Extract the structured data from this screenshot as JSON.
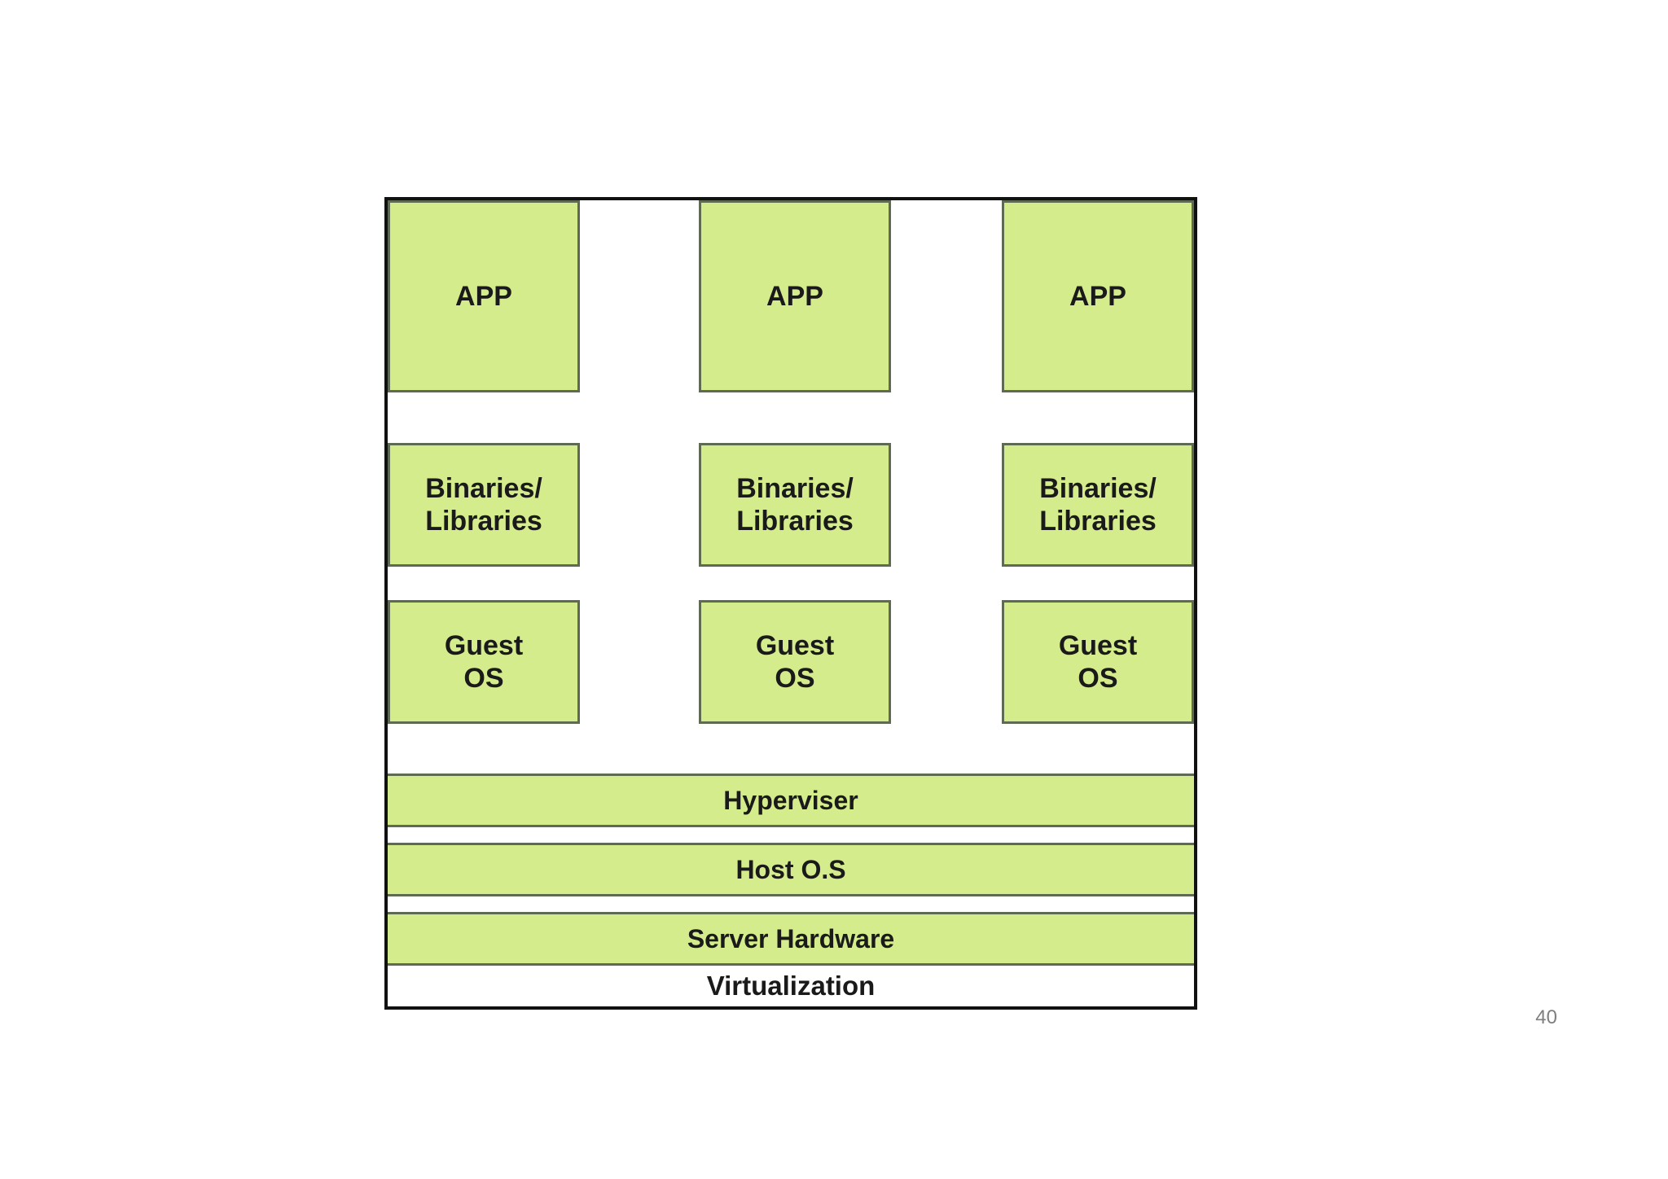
{
  "diagram": {
    "columns": [
      {
        "app": "APP",
        "libraries": "Binaries/\nLibraries",
        "guest_os": "Guest\nOS"
      },
      {
        "app": "APP",
        "libraries": "Binaries/\nLibraries",
        "guest_os": "Guest\nOS"
      },
      {
        "app": "APP",
        "libraries": "Binaries/\nLibraries",
        "guest_os": "Guest\nOS"
      }
    ],
    "layers": {
      "hypervisor": "Hyperviser",
      "host_os": "Host O.S",
      "hardware": "Server Hardware"
    },
    "caption": "Virtualization",
    "colors": {
      "box_fill": "#d4ec8c",
      "box_border": "#5e6a52",
      "frame_border": "#111111"
    }
  },
  "slide": {
    "page_number": "40"
  }
}
